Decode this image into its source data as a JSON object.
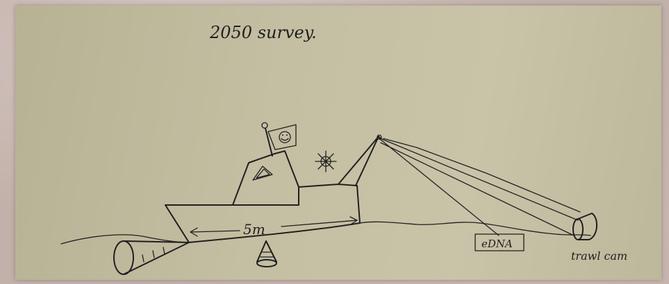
{
  "sketch": {
    "title": "2050 survey.",
    "length_label": "5m",
    "edna_label": "eDNA",
    "trawl_label": "trawl cam"
  },
  "colors": {
    "ink": "#1f1f1f",
    "paper": "#c4bea2"
  }
}
